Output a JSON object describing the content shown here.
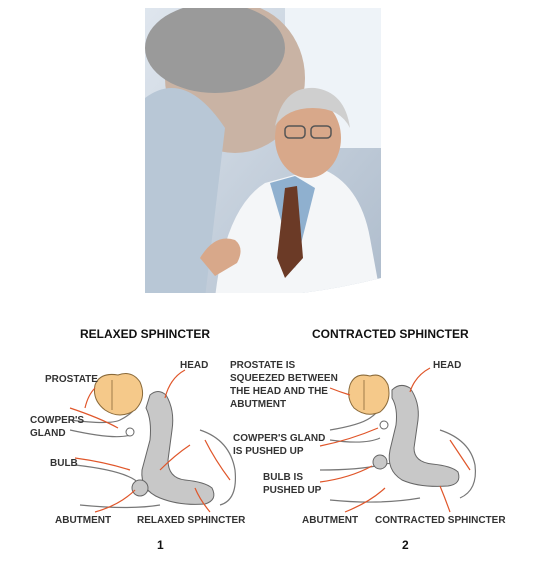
{
  "photo": {
    "alt": "Doctor speaking with patient"
  },
  "panel1": {
    "title": "RELAXED SPHINCTER",
    "labels": {
      "prostate": "PROSTATE",
      "head": "HEAD",
      "cowpers1": "COWPER'S",
      "cowpers2": "GLAND",
      "bulb": "BULB",
      "abutment": "ABUTMENT",
      "sphincter": "RELAXED SPHINCTER"
    },
    "number": "1"
  },
  "panel2": {
    "title": "CONTRACTED SPHINCTER",
    "labels": {
      "prostate1": "PROSTATE IS",
      "prostate2": "SQUEEZED BETWEEN",
      "prostate3": "THE HEAD AND THE",
      "prostate4": "ABUTMENT",
      "head": "HEAD",
      "cowpers1": "COWPER'S GLAND",
      "cowpers2": "IS PUSHED UP",
      "bulb1": "BULB IS",
      "bulb2": "PUSHED UP",
      "abutment": "ABUTMENT",
      "sphincter": "CONTRACTED SPHINCTER"
    },
    "number": "2"
  },
  "colors": {
    "prostate": "#f5c98a",
    "body": "#c8c8c8",
    "arrow": "#e0562a",
    "outline": "#666666"
  }
}
